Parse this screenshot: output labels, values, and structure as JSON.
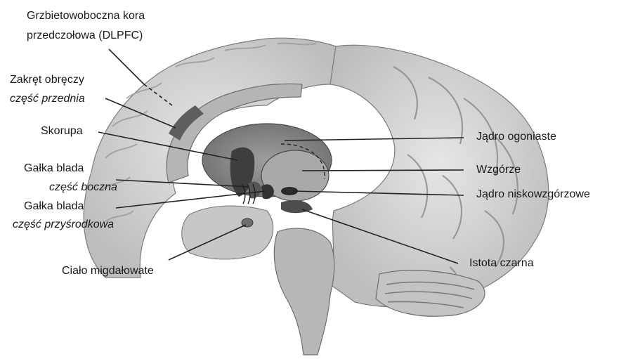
{
  "labels": {
    "dlpfc_line1": "Grzbietowoboczna kora",
    "dlpfc_line2": "przedczołowa (DLPFC)",
    "cingulate_line1": "Zakręt obręczy",
    "cingulate_line2": "część przednia",
    "putamen": "Skorupa",
    "gp_lateral_line1": "Gałka blada",
    "gp_lateral_line2": "część boczna",
    "gp_medial_line1": "Gałka blada",
    "gp_medial_line2": "część przyśrodkowa",
    "amygdala": "Ciało migdałowate",
    "caudate": "Jądro ogoniaste",
    "thalamus": "Wzgórze",
    "subthalamic": "Jądro niskowzgórzowe",
    "substantia_nigra": "Istota czarna"
  },
  "colors": {
    "brain_fill": "#d6d6d6",
    "brain_dark": "#8a8a8a",
    "brain_light": "#ececec",
    "leader_line": "#222222"
  }
}
